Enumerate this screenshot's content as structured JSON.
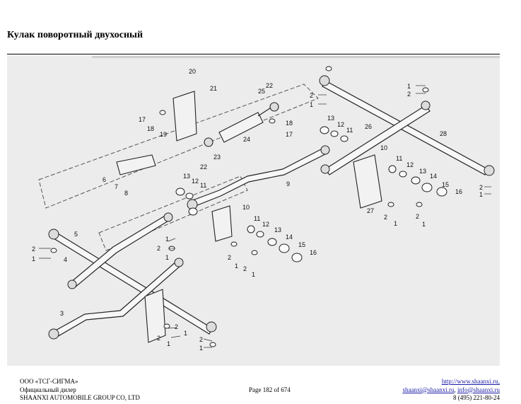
{
  "page": {
    "title": "Кулак поворотный двухосный"
  },
  "drawing": {
    "part_labels": [
      "1",
      "2",
      "3",
      "4",
      "5",
      "6",
      "7",
      "8",
      "9",
      "10",
      "11",
      "12",
      "13",
      "14",
      "15",
      "16",
      "17",
      "18",
      "19",
      "20",
      "21",
      "22",
      "23",
      "24",
      "25",
      "26",
      "27",
      "28"
    ]
  },
  "footer": {
    "left_line1": "ООО «ТСГ-СИГМА»",
    "left_line2": "Официальный дилер",
    "left_line3": "SHAANXI AUTOMOBILE GROUP CO, LTD",
    "page_info": "Page 182 of 674",
    "right_line1": "http://www.shaanxi.ru,",
    "right_email1": "shaanxi@shaanxi.ru",
    "right_sep": ", ",
    "right_email2": "info@shaanxi.ru",
    "right_phone": "8 (495) 221-80-24"
  }
}
